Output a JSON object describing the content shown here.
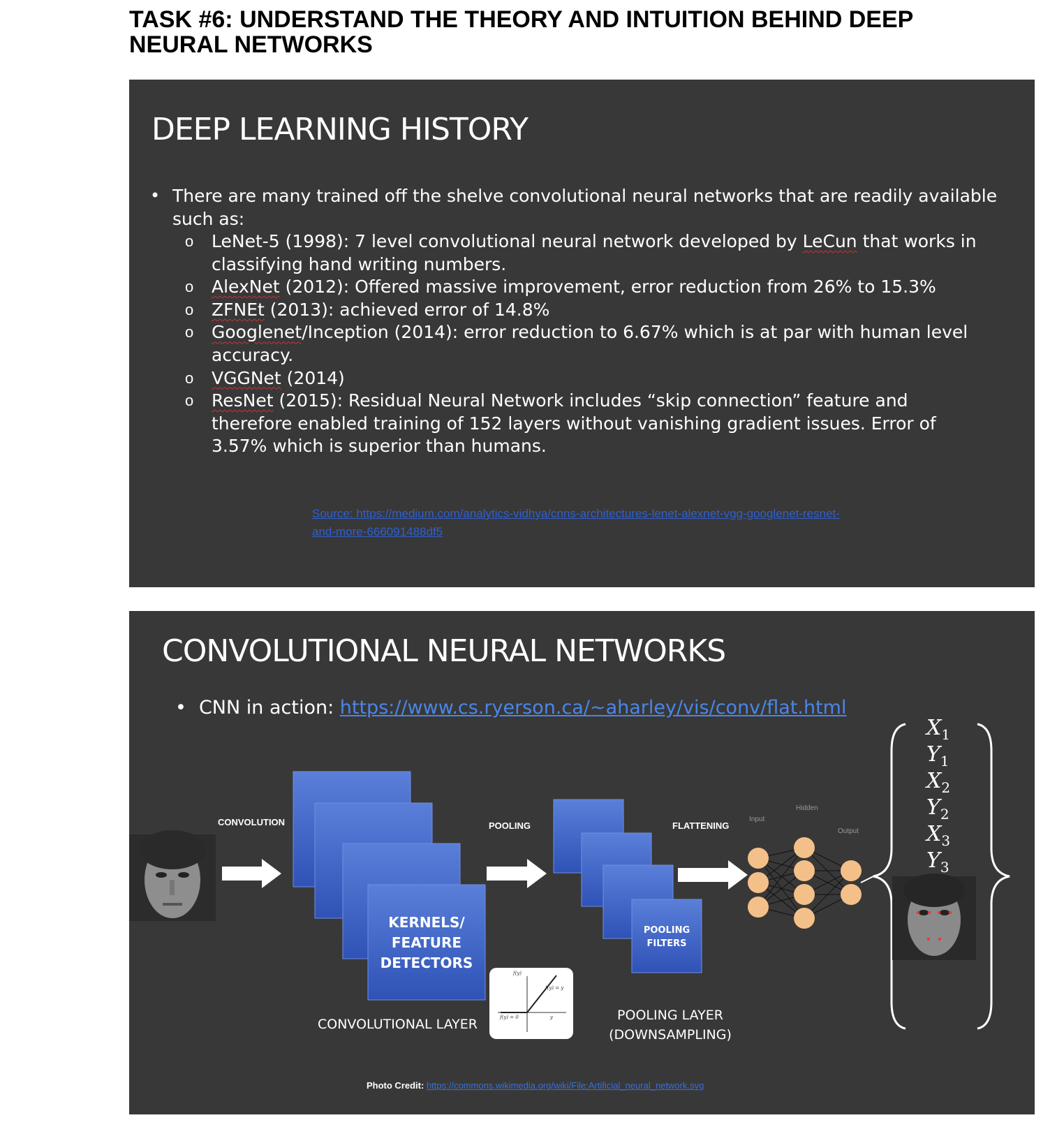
{
  "page": {
    "title": "TASK #6: UNDERSTAND THE THEORY AND INTUITION BEHIND DEEP NEURAL NETWORKS"
  },
  "slide1": {
    "heading": "DEEP LEARNING HISTORY",
    "bullet": "There are many trained off the shelve convolutional neural networks that are readily available such as:",
    "items": [
      {
        "name": "LeNet-5",
        "rest": " (1998): 7 level convolutional neural network developed by ",
        "extra": "LeCun",
        "tail": " that works in classifying hand writing numbers."
      },
      {
        "name": "AlexNet",
        "rest": " (2012): Offered massive improvement, error reduction from 26% to 15.3%",
        "extra": "",
        "tail": ""
      },
      {
        "name": "ZFNEt",
        "rest": " (2013): achieved error of 14.8%",
        "extra": "",
        "tail": ""
      },
      {
        "name": "Googlenet",
        "rest": "/Inception (2014): error reduction to 6.67% which is at par with human level accuracy.",
        "extra": "",
        "tail": ""
      },
      {
        "name": "VGGNet",
        "rest": " (2014)",
        "extra": "",
        "tail": ""
      },
      {
        "name": "ResNet",
        "rest": " (2015): Residual Neural Network includes “skip connection” feature and therefore enabled training of 152 layers without vanishing gradient issues. Error of 3.57% which is superior than humans.",
        "extra": "",
        "tail": ""
      }
    ],
    "source": "Source: https://medium.com/analytics-vidhya/cnns-architectures-lenet-alexnet-vgg-googlenet-resnet-and-more-666091488df5"
  },
  "slide2": {
    "heading": "CONVOLUTIONAL NEURAL NETWORKS",
    "bullet_prefix": "CNN in action: ",
    "bullet_link": "https://www.cs.ryerson.ca/~aharley/vis/conv/flat.html",
    "labels": {
      "convolution": "CONVOLUTION",
      "pooling": "POOLING",
      "flattening": "FLATTENING",
      "kernels": [
        "KERNELS/",
        "FEATURE",
        "DETECTORS"
      ],
      "pooling_filters": [
        "POOLING",
        "FILTERS"
      ],
      "conv_layer": "CONVOLUTIONAL LAYER",
      "pool_layer_1": "POOLING LAYER",
      "pool_layer_2": "(DOWNSAMPLING)",
      "nn_input": "Input",
      "nn_hidden": "Hidden",
      "nn_output": "Output",
      "relu_fy": "f(y)",
      "relu_fy_eq": "f(y) = y",
      "relu_f0": "f(y) = 0",
      "relu_y": "y"
    },
    "outputs": [
      "X",
      "1",
      "Y",
      "1",
      "X",
      "2",
      "Y",
      "2",
      "X",
      "3",
      "Y",
      "3"
    ],
    "photo_credit_label": "Photo Credit: ",
    "photo_credit_link": "https://commons.wikimedia.org/wiki/File:Artificial_neural_network.svg"
  },
  "colors": {
    "slide_bg": "#383838",
    "box_blue": "#3a5fc2",
    "node_orange": "#f4c089",
    "link_blue": "#4a86e8"
  }
}
